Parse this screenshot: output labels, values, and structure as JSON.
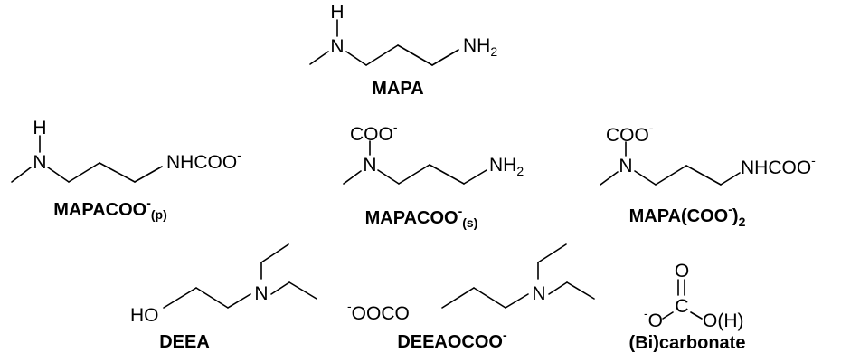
{
  "structures": {
    "mapa": {
      "atoms": {
        "h": "H",
        "n": "N",
        "nh": "NH",
        "nh_sub": "2"
      },
      "caption": "MAPA"
    },
    "mapacoo_p": {
      "atoms": {
        "h": "H",
        "n": "N",
        "nhcoo": "NHCOO",
        "nhcoo_sup": "-"
      },
      "caption": "MAPACOO",
      "caption_sup": "-",
      "caption_sub": "(p)"
    },
    "mapacoo_s": {
      "atoms": {
        "coo": "COO",
        "coo_sup": "-",
        "n": "N",
        "nh": "NH",
        "nh_sub": "2"
      },
      "caption": "MAPACOO",
      "caption_sup": "-",
      "caption_sub": "(s)"
    },
    "mapa_coo2": {
      "atoms": {
        "coo": "COO",
        "coo_sup": "-",
        "n": "N",
        "nhcoo": "NHCOO",
        "nhcoo_sup": "-"
      },
      "caption": "MAPA(COO",
      "caption_sup": "-",
      "caption_tail": ")",
      "caption_sub": "2"
    },
    "deea": {
      "atoms": {
        "ho": "HO",
        "n": "N"
      },
      "caption": "DEEA"
    },
    "deeaocoo": {
      "atoms": {
        "ooco_sup": "-",
        "ooco": "OOCO",
        "n": "N"
      },
      "caption": "DEEAOCOO",
      "caption_sup": "-"
    },
    "bicarbonate": {
      "atoms": {
        "o_top": "O",
        "c": "C",
        "o_left_sup": "-",
        "o_left": "O",
        "o_right": "O(H)"
      },
      "caption": "(Bi)carbonate"
    }
  }
}
